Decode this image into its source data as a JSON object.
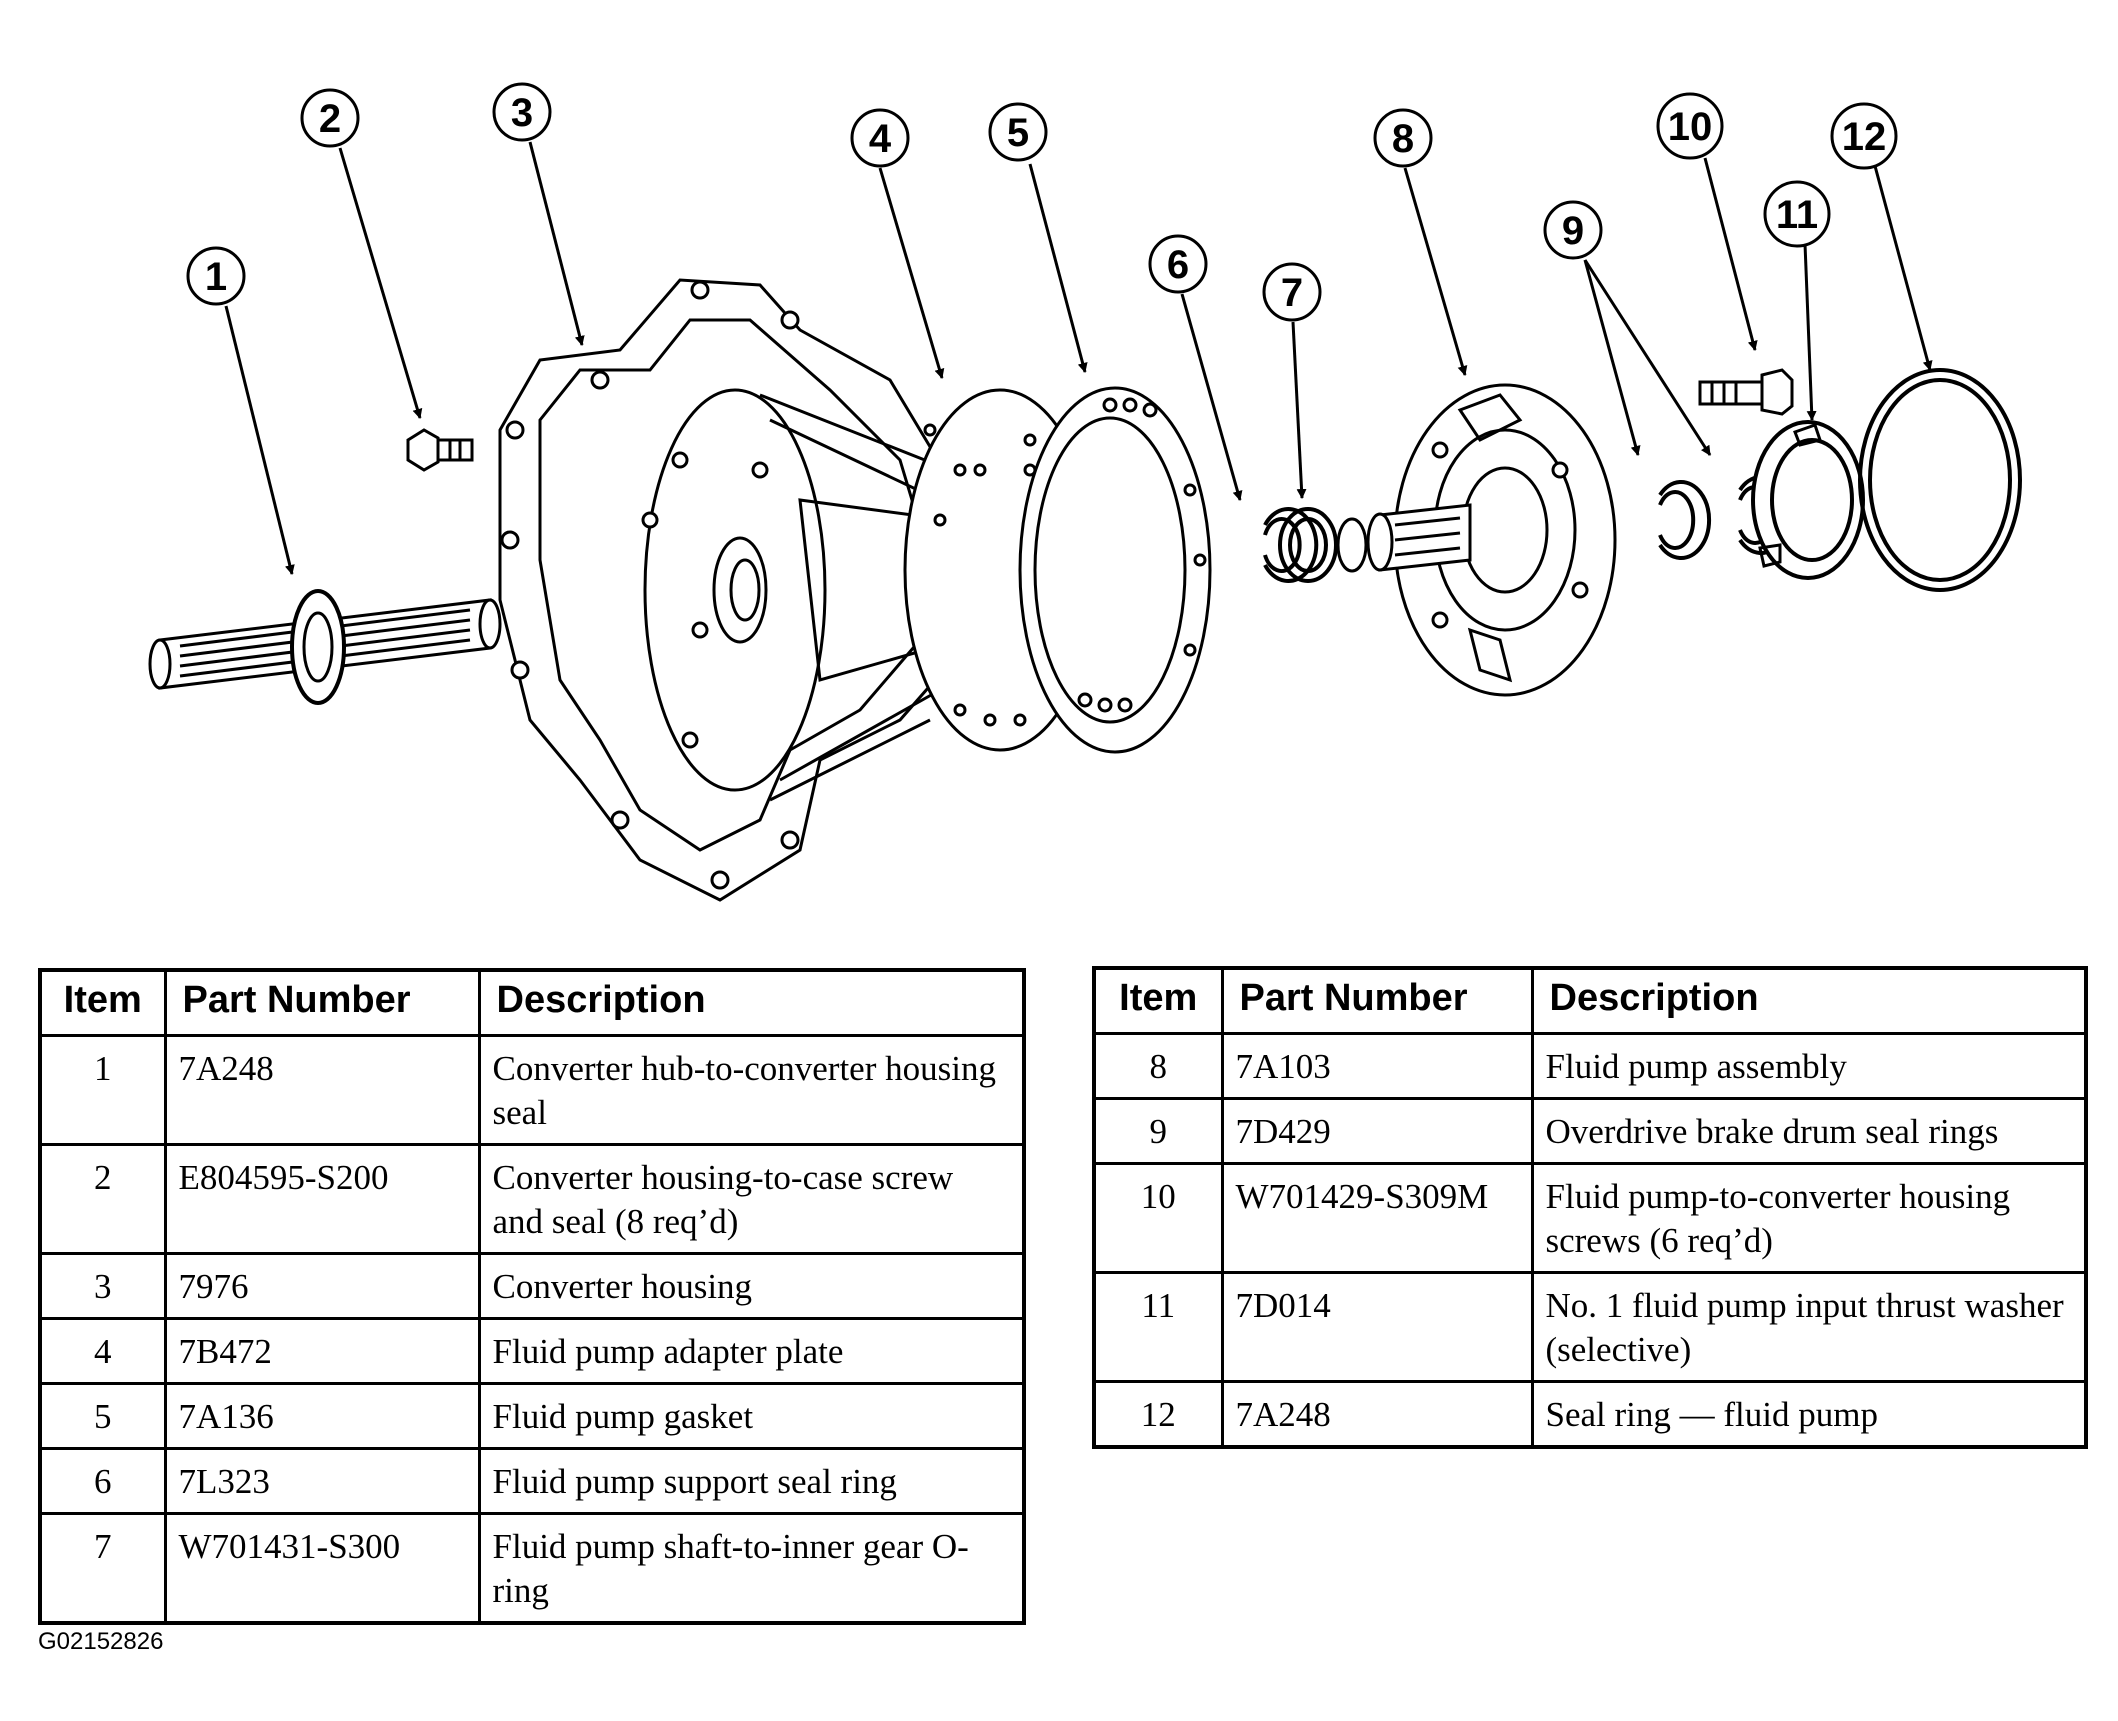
{
  "callouts": [
    "1",
    "2",
    "3",
    "4",
    "5",
    "6",
    "7",
    "8",
    "9",
    "10",
    "11",
    "12"
  ],
  "table_headers": {
    "item": "Item",
    "part_number": "Part Number",
    "description": "Description"
  },
  "parts_left": [
    {
      "item": "1",
      "part_number": "7A248",
      "description": "Converter hub-to-converter housing seal"
    },
    {
      "item": "2",
      "part_number": "E804595-S200",
      "description": "Converter housing-to-case screw and seal (8 req’d)"
    },
    {
      "item": "3",
      "part_number": "7976",
      "description": "Converter housing"
    },
    {
      "item": "4",
      "part_number": "7B472",
      "description": "Fluid pump adapter plate"
    },
    {
      "item": "5",
      "part_number": "7A136",
      "description": "Fluid pump gasket"
    },
    {
      "item": "6",
      "part_number": "7L323",
      "description": "Fluid pump support seal ring"
    },
    {
      "item": "7",
      "part_number": "W701431-S300",
      "description": "Fluid pump shaft-to-inner gear O-ring"
    }
  ],
  "parts_right": [
    {
      "item": "8",
      "part_number": "7A103",
      "description": "Fluid pump assembly"
    },
    {
      "item": "9",
      "part_number": "7D429",
      "description": "Overdrive brake drum seal rings"
    },
    {
      "item": "10",
      "part_number": "W701429-S309M",
      "description": "Fluid pump-to-converter housing screws (6 req’d)"
    },
    {
      "item": "11",
      "part_number": "7D014",
      "description": "No. 1 fluid pump input thrust washer (selective)"
    },
    {
      "item": "12",
      "part_number": "7A248",
      "description": "Seal ring — fluid pump"
    }
  ],
  "figure_id": "G02152826"
}
